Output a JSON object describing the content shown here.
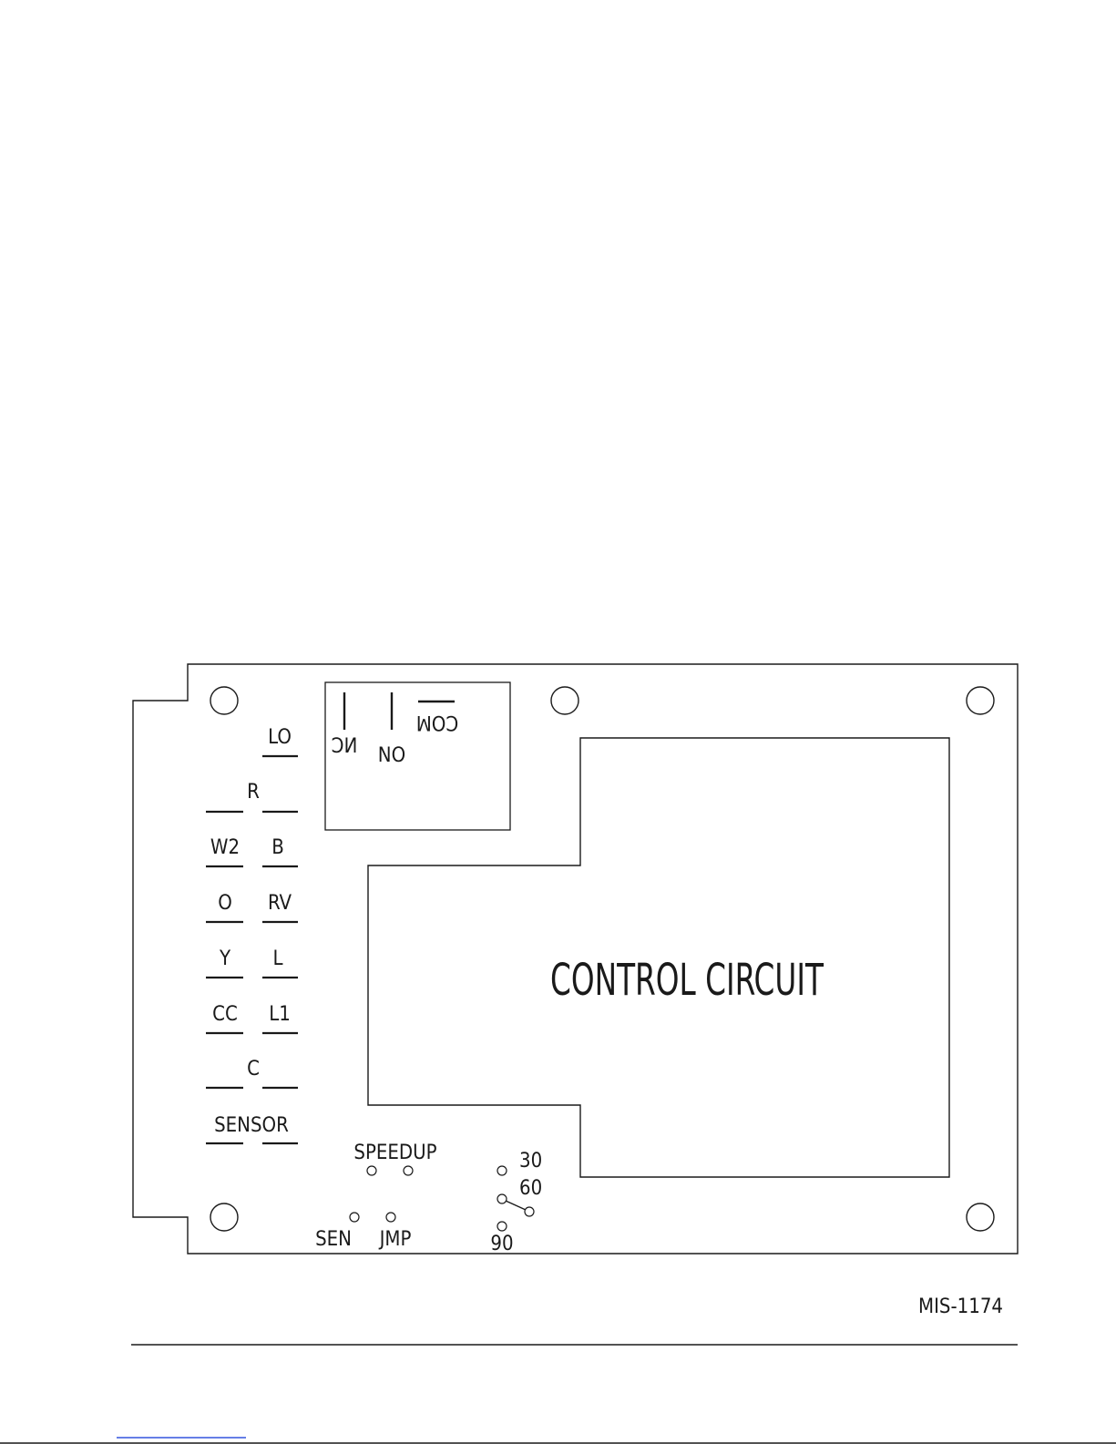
{
  "board": {
    "center_label": "CONTROL CIRCUIT",
    "relay": {
      "nc_label": "NC",
      "no_label": "NO",
      "com_label": "COM"
    },
    "terminals": {
      "lo": "LO",
      "r": "R",
      "w2": "W2",
      "b": "B",
      "o": "O",
      "rv": "RV",
      "y": "Y",
      "l": "L",
      "cc": "CC",
      "l1": "L1",
      "c": "C",
      "sensor": "SENSOR"
    },
    "jumpers": {
      "speedup": "SPEEDUP",
      "sen": "SEN",
      "jmp": "JMP"
    },
    "timer": {
      "opt_30": "30",
      "opt_60": "60",
      "opt_90": "90"
    }
  },
  "footer": {
    "drawing_number": "MIS-1174"
  }
}
